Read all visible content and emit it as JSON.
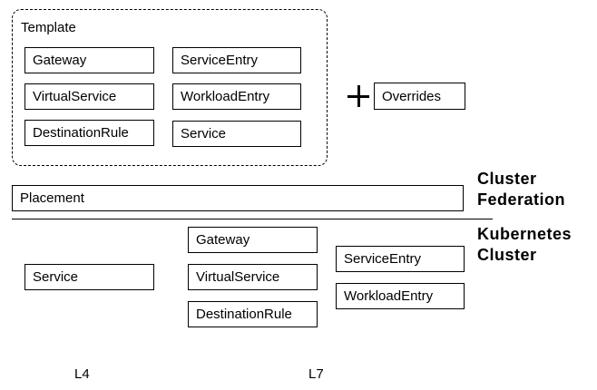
{
  "template": {
    "title": "Template",
    "left_items": [
      "Gateway",
      "VirtualService",
      "DestinationRule"
    ],
    "right_items": [
      "ServiceEntry",
      "WorkloadEntry",
      "Service"
    ]
  },
  "overrides": {
    "label": "Overrides",
    "icon": "plus-icon"
  },
  "placement": {
    "label": "Placement"
  },
  "layers": {
    "cluster_federation": "Cluster Federation",
    "kubernetes_cluster": "Kubernetes Cluster"
  },
  "cluster": {
    "l4_items": [
      "Service"
    ],
    "l7_items": [
      "Gateway",
      "VirtualService",
      "DestinationRule"
    ],
    "external_items": [
      "ServiceEntry",
      "WorkloadEntry"
    ],
    "l4_label": "L4",
    "l7_label": "L7"
  }
}
